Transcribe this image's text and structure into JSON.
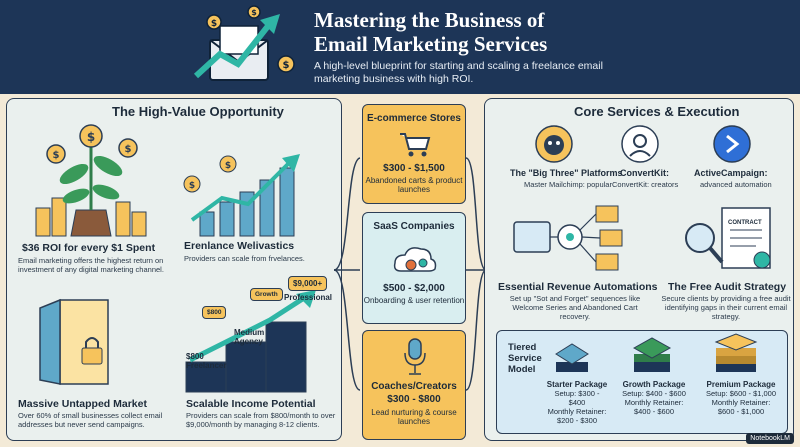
{
  "header": {
    "title_line1": "Mastering the Business of",
    "title_line2": "Email Marketing Services",
    "subtitle": "A high-level blueprint for starting and scaling a freelance email marketing business with high ROI."
  },
  "opportunity": {
    "section_title": "The High-Value Opportunity",
    "roi": {
      "title": "$36 ROI for every $1 Spent",
      "text": "Email marketing offers the highest return on investment of any digital marketing channel."
    },
    "growth": {
      "title": "Erenlance Welivastics",
      "text": "Providers can scale from frvelances."
    },
    "market": {
      "title": "Massive Untapped Market",
      "text": "Over 60% of small businesses collect email addresses but never send campaigns."
    },
    "income": {
      "title": "Scalable Income Potential",
      "text": "Providers can scale from $800/month to over $9,000/month by managing 8-12 clients.",
      "tag_top": "$9,000+",
      "label_professional": "Professional",
      "label_medium": "Medium Agency",
      "label_freelancer": "$800 Freelancer",
      "growth_sign": "Growth",
      "sign_800": "$800"
    }
  },
  "niches": [
    {
      "title": "E-commerce Stores",
      "value": "$300 - $1,500",
      "desc": "Abandoned carts & product launches"
    },
    {
      "title": "SaaS Companies",
      "value": "$500 - $2,000",
      "desc": "Onboarding & user retention"
    },
    {
      "title": "Coaches/Creators",
      "value": "$300 - $800",
      "desc": "Lead nurturing & course launches"
    }
  ],
  "services": {
    "section_title": "Core Services & Execution",
    "platforms": {
      "big_three_title": "The \"Big Three\" Platforms",
      "big_three_text": "Master Mailchimp: popular",
      "convertkit_title": "ConvertKit:",
      "convertkit_text": "ConvertKit: creators",
      "activecampaign_title": "ActiveCampaign:",
      "activecampaign_text": "advanced automation"
    },
    "automations": {
      "title": "Essential Revenue Automations",
      "text": "Set up \"Sot and Forget\" sequences like Welcome Series and Abandoned Cart recovery."
    },
    "audit": {
      "title": "The Free Audit Strategy",
      "text": "Secure clients by providing a free audit identifying gaps in their current email strategy.",
      "contract_label": "CONTRACT"
    },
    "tiers": {
      "title": "Tiered Service Model",
      "packages": [
        {
          "name": "Starter Package",
          "setup": "Setup: $300 - $400",
          "retainer_label": "Monthly Retainer:",
          "retainer": "$200 - $300"
        },
        {
          "name": "Growth Package",
          "setup": "Setup: $400 - $600",
          "retainer_label": "Monthly Retainer:",
          "retainer": "$400 - $600"
        },
        {
          "name": "Premium Package",
          "setup": "Setup: $600 - $1,000",
          "retainer_label": "Monthly Retainer:",
          "retainer": "$600 - $1,000"
        }
      ]
    }
  },
  "brand": "NotebookLM",
  "colors": {
    "header_bg": "#1d3557",
    "accent_gold": "#f6c35c",
    "panel_bg": "#eaf0ee",
    "background": "#f3ead7"
  }
}
